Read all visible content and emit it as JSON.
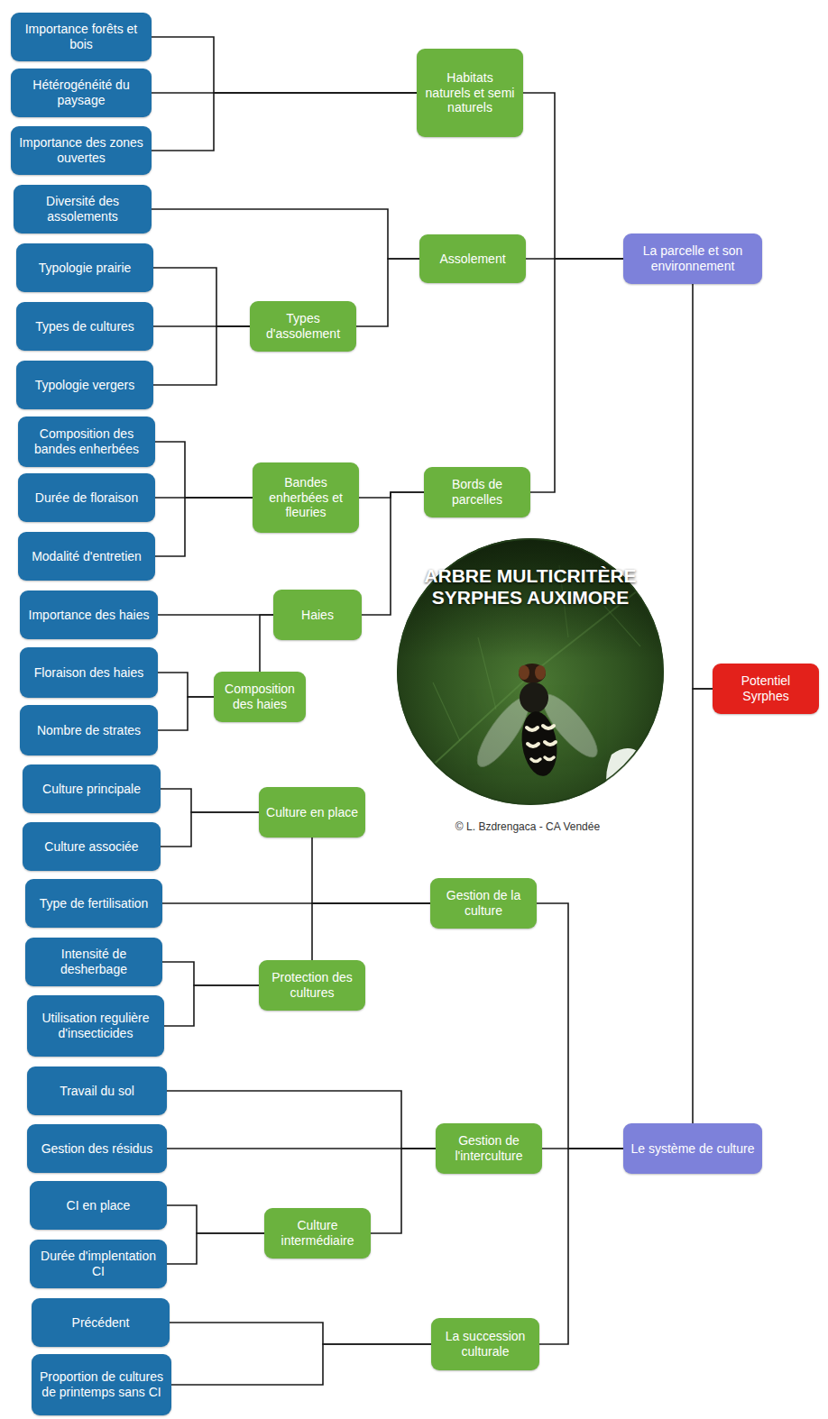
{
  "diagram": {
    "nodes": [
      {
        "text": [
          "Importance forêts et bois"
        ]
      },
      {
        "text": [
          "Habitats naturels et semi naturels"
        ]
      },
      {
        "text": [
          "Hétérogénéité du paysage"
        ]
      },
      {
        "text": [
          "Importance des zones ouvertes"
        ]
      },
      {
        "text": [
          "Diversité des assolements"
        ]
      },
      {
        "text": [
          "Assolement"
        ]
      },
      {
        "text": [
          "La parcelle et son environnement"
        ]
      },
      {
        "text": [
          "Typologie prairie"
        ]
      },
      {
        "text": [
          "Types d'assolement"
        ]
      },
      {
        "text": [
          "Types de cultures"
        ]
      },
      {
        "text": [
          "Typologie vergers"
        ]
      },
      {
        "text": [
          "Composition des bandes enherbées"
        ]
      },
      {
        "text": [
          "Bandes enherbées et fleuries"
        ]
      },
      {
        "text": [
          "Bords de parcelles"
        ]
      },
      {
        "text": [
          "Durée de floraison"
        ]
      },
      {
        "text": [
          "Modalité d'entretien"
        ]
      },
      {
        "text": [
          "ARBRE MULTICRITÈRE SYRPHES AUXIMORE"
        ]
      },
      {
        "text": [
          "Importance des haies"
        ]
      },
      {
        "text": [
          "Haies"
        ]
      },
      {
        "text": [
          "Floraison des haies"
        ]
      },
      {
        "text": [
          "Composition des haies"
        ]
      },
      {
        "text": [
          "Potentiel Syrphes"
        ]
      },
      {
        "text": [
          "Nombre de strates"
        ]
      },
      {
        "text": [
          "Culture principale"
        ]
      },
      {
        "text": [
          "Culture en place"
        ]
      },
      {
        "text": [
          "Culture associée"
        ]
      },
      {
        "text": [
          "Type de fertilisation"
        ]
      },
      {
        "text": [
          "Gestion de la culture"
        ]
      },
      {
        "text": [
          "Intensité de desherbage"
        ]
      },
      {
        "text": [
          "Protection des cultures"
        ]
      },
      {
        "text": [
          "Utilisation regulière d'insecticides"
        ]
      },
      {
        "text": [
          "Travail du sol"
        ]
      },
      {
        "text": [
          "Le système de culture"
        ]
      },
      {
        "text": [
          "Gestion de l'interculture"
        ]
      },
      {
        "text": [
          "Gestion des résidus"
        ]
      },
      {
        "text": [
          "CI en place"
        ]
      },
      {
        "text": [
          "Culture intermédiaire"
        ]
      },
      {
        "text": [
          "Durée d'implentation CI"
        ]
      },
      {
        "text": [
          "Précédent"
        ]
      },
      {
        "text": [
          "La succession culturale"
        ]
      },
      {
        "text": [
          "Proportion de cultures de printemps sans CI"
        ]
      }
    ],
    "edges": [
      {
        "from": 0,
        "to": 1,
        "arrow": "none"
      },
      {
        "from": 2,
        "to": 1,
        "arrow": "none"
      },
      {
        "from": 3,
        "to": 1,
        "arrow": "none"
      },
      {
        "from": 4,
        "to": 5,
        "arrow": "none"
      },
      {
        "from": 8,
        "to": 5,
        "arrow": "none"
      },
      {
        "from": 7,
        "to": 8,
        "arrow": "none"
      },
      {
        "from": 9,
        "to": 8,
        "arrow": "none"
      },
      {
        "from": 10,
        "to": 8,
        "arrow": "none"
      },
      {
        "from": 1,
        "to": 6,
        "arrow": "none"
      },
      {
        "from": 5,
        "to": 6,
        "arrow": "none"
      },
      {
        "from": 13,
        "to": 6,
        "arrow": "none"
      },
      {
        "from": 11,
        "to": 12,
        "arrow": "none"
      },
      {
        "from": 14,
        "to": 12,
        "arrow": "none"
      },
      {
        "from": 15,
        "to": 12,
        "arrow": "none"
      },
      {
        "from": 12,
        "to": 13,
        "arrow": "none"
      },
      {
        "from": 18,
        "to": 13,
        "arrow": "none"
      },
      {
        "from": 17,
        "to": 18,
        "arrow": "none"
      },
      {
        "from": 20,
        "to": 18,
        "arrow": "none"
      },
      {
        "from": 19,
        "to": 20,
        "arrow": "none"
      },
      {
        "from": 22,
        "to": 20,
        "arrow": "none"
      },
      {
        "from": 6,
        "to": 21,
        "arrow": "none"
      },
      {
        "from": 32,
        "to": 21,
        "arrow": "none"
      },
      {
        "from": 23,
        "to": 24,
        "arrow": "none"
      },
      {
        "from": 25,
        "to": 24,
        "arrow": "none"
      },
      {
        "from": 24,
        "to": 27,
        "arrow": "none"
      },
      {
        "from": 26,
        "to": 27,
        "arrow": "none"
      },
      {
        "from": 29,
        "to": 27,
        "arrow": "none"
      },
      {
        "from": 28,
        "to": 29,
        "arrow": "none"
      },
      {
        "from": 30,
        "to": 29,
        "arrow": "none"
      },
      {
        "from": 31,
        "to": 33,
        "arrow": "none"
      },
      {
        "from": 34,
        "to": 33,
        "arrow": "none"
      },
      {
        "from": 36,
        "to": 33,
        "arrow": "none"
      },
      {
        "from": 35,
        "to": 36,
        "arrow": "none"
      },
      {
        "from": 37,
        "to": 36,
        "arrow": "none"
      },
      {
        "from": 27,
        "to": 32,
        "arrow": "none"
      },
      {
        "from": 33,
        "to": 32,
        "arrow": "none"
      },
      {
        "from": 39,
        "to": 32,
        "arrow": "none"
      },
      {
        "from": 38,
        "to": 39,
        "arrow": "none"
      },
      {
        "from": 40,
        "to": 39,
        "arrow": "none"
      }
    ],
    "labels": [
      "© L. Bzdrengaca - CA Vendée"
    ]
  }
}
